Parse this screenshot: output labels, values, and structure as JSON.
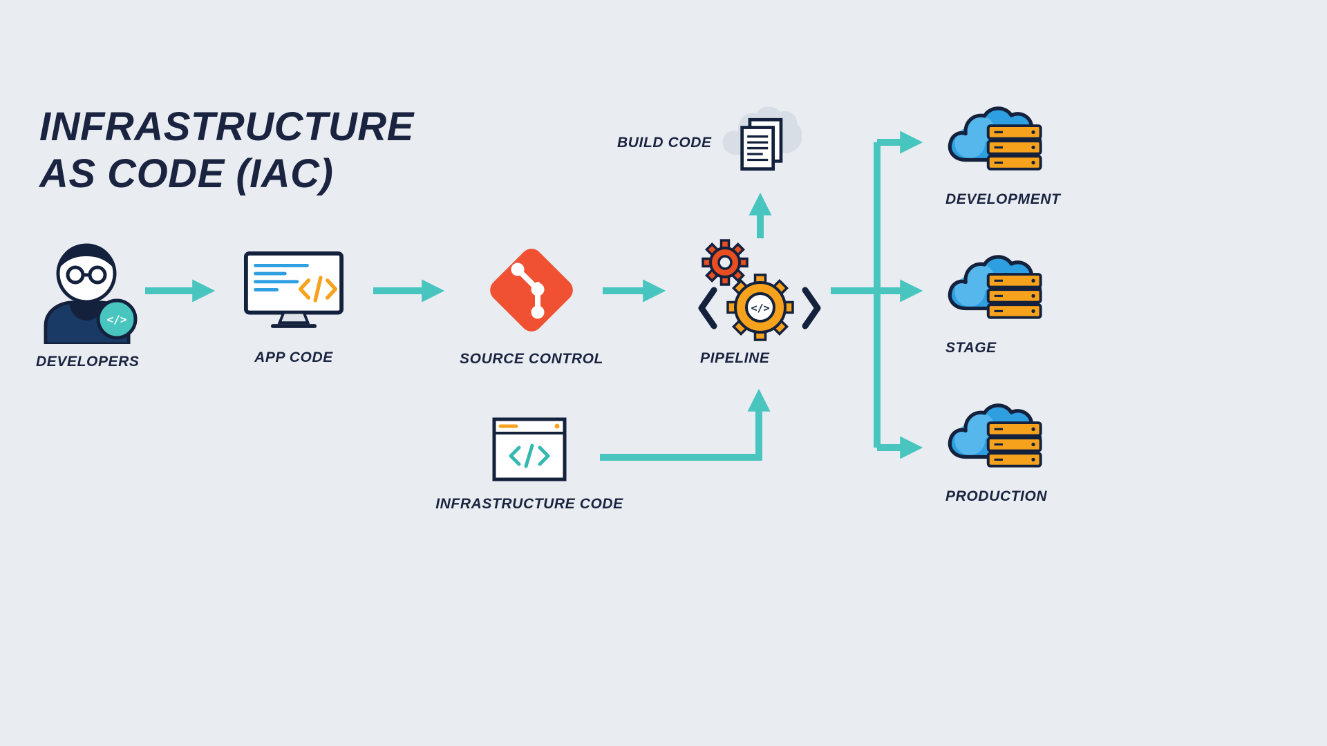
{
  "title": {
    "line1": "INFRASTRUCTURE",
    "line2": "AS CODE (IAC)"
  },
  "glyphs": {
    "code": "</>"
  },
  "nodes": {
    "developers": {
      "label": "DEVELOPERS"
    },
    "app_code": {
      "label": "APP CODE"
    },
    "source_control": {
      "label": "SOURCE CONTROL"
    },
    "pipeline": {
      "label": "PIPELINE"
    },
    "build_code": {
      "label": "BUILD CODE"
    },
    "infrastructure_code": {
      "label": "INFRASTRUCTURE CODE"
    },
    "environments": [
      {
        "id": "development",
        "label": "DEVELOPMENT"
      },
      {
        "id": "stage",
        "label": "STAGE"
      },
      {
        "id": "production",
        "label": "PRODUCTION"
      }
    ]
  },
  "flow": [
    "developers -> app_code",
    "app_code -> source_control",
    "source_control -> pipeline",
    "pipeline -> build_code",
    "infrastructure_code -> pipeline",
    "pipeline -> development",
    "pipeline -> stage",
    "pipeline -> production"
  ],
  "icons": {
    "developers": "developer-person-icon",
    "app_code": "monitor-code-icon",
    "source_control": "git-icon",
    "pipeline": "gears-code-icon",
    "build_code": "cloud-documents-icon",
    "infrastructure_code": "browser-code-icon",
    "environments": "cloud-servers-icon"
  },
  "colors": {
    "background": "#e9edf1",
    "arrow_teal": "#48c5bf",
    "navy": "#1a2440",
    "outline_navy": "#14213d",
    "git_red": "#f05133",
    "gear_orange": "#f6a21d",
    "gear_red": "#e84e1f",
    "cloud_blue": "#2e9fe0",
    "cloud_blue_light": "#55b7ec",
    "server_orange": "#f6a21d",
    "build_cloud_gray": "#d7dee5",
    "code_blue": "#2e9fe0",
    "code_teal": "#35b8b0",
    "hoodie_navy": "#1a3a66"
  }
}
